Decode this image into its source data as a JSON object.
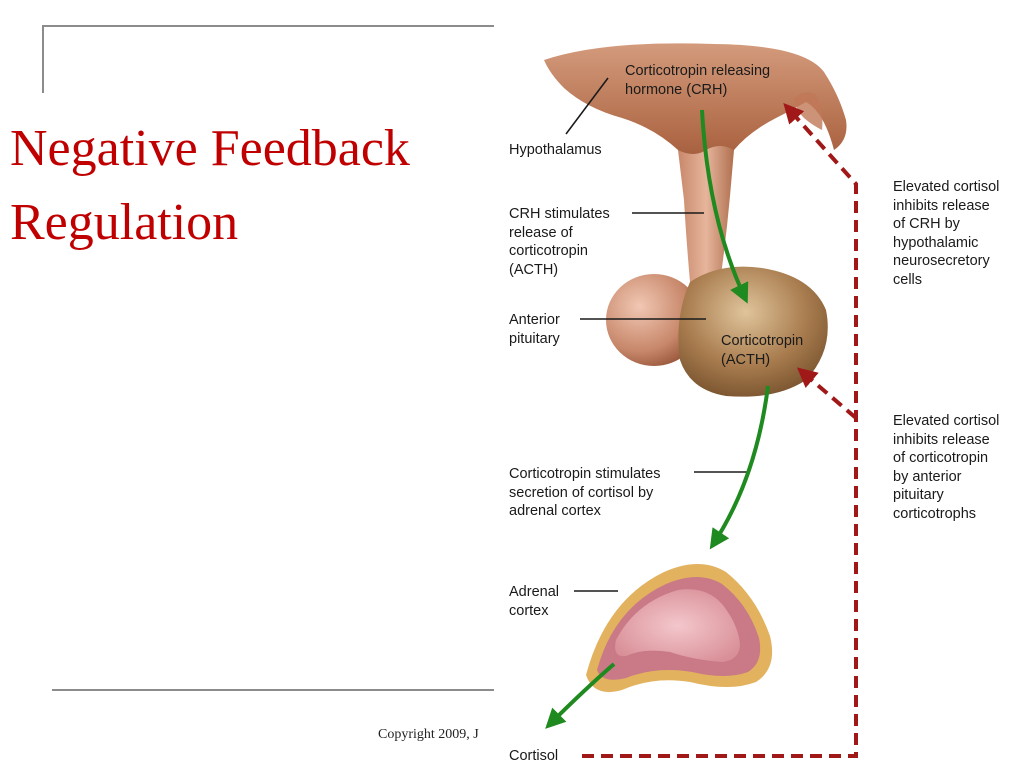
{
  "slide": {
    "title": "Negative Feedback\nRegulation",
    "copyright": "Copyright 2009, J"
  },
  "figure": {
    "labels": {
      "crh": "Corticotropin releasing\nhormone (CRH)",
      "hypothalamus": "Hypothalamus",
      "crh_stimulates": "CRH stimulates\nrelease of\ncorticotropin\n(ACTH)",
      "anterior_pituitary": "Anterior\npituitary",
      "acth": "Corticotropin\n(ACTH)",
      "corticotropin_stimulates": "Corticotropin stimulates\nsecretion of cortisol by\nadrenal cortex",
      "adrenal_cortex": "Adrenal\ncortex",
      "cortisol": "Cortisol",
      "note_crh": "Elevated cortisol\ninhibits release\nof CRH by\nhypothalamic\nneurosecretory\ncells",
      "note_acth": "Elevated cortisol\ninhibits release\nof corticotropin\nby anterior\npituitary\ncorticotrophs"
    },
    "colors": {
      "title": "#c00000",
      "stimulation_arrow": "#1f8a1f",
      "feedback_arrow": "#a01818",
      "hypothalamus": "#b06a48",
      "pituitary": "#8a6236",
      "adrenal": "#d99aa0"
    }
  }
}
